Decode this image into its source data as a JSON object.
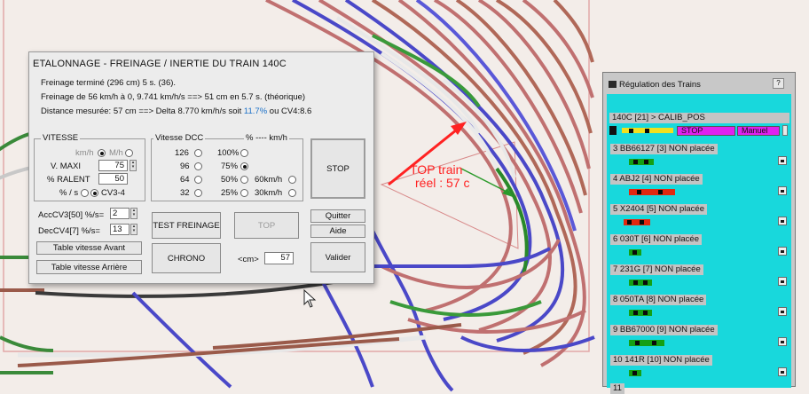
{
  "dialog": {
    "title": "ETALONNAGE - FREINAGE / INERTIE DU TRAIN 140C",
    "info_line1": "Freinage terminé (296 cm) 5 s. (36).",
    "info_line2": "Freinage de 56 km/h à 0, 9.741 km/h/s ==> 51 cm en 5.7 s. (théorique)",
    "info_line3_prefix": "Distance mesurée: 57 cm ==> Delta 8.770 km/h/s soit ",
    "info_line3_highlight": "11.7%",
    "info_line3_suffix": " ou CV4:8.6",
    "vitesse_group": {
      "label": "VITESSE",
      "kmh_label": "km/h",
      "mh_label": "M/h",
      "vmaxi_label": "V. MAXI",
      "vmaxi_value": "75",
      "ralent_label": "% RALENT",
      "ralent_value": "50",
      "pct_label": "% / s",
      "cv34_label": "CV3-4",
      "acc_label": "AccCV3[50] %/s=",
      "acc_value": "2",
      "dec_label": "DecCV4[7] %/s=",
      "dec_value": "13"
    },
    "dcc_group": {
      "label_left": "Vitesse  DCC",
      "label_right": "% ---- km/h",
      "dcc_steps": [
        "126",
        "96",
        "64",
        "32"
      ],
      "percents": [
        "100%",
        "75%",
        "50%",
        "25%"
      ],
      "kmh_options": [
        "60km/h",
        "30km/h"
      ]
    },
    "buttons": {
      "stop": "STOP",
      "test_freinage": "TEST FREINAGE",
      "top": "TOP",
      "quitter": "Quitter",
      "aide": "Aide",
      "valider": "Valider",
      "chrono": "CHRONO",
      "table_avant": "Table vitesse Avant",
      "table_arriere": "Table vitesse Arrière"
    },
    "cm_label": "<cm>",
    "cm_value": "57"
  },
  "panel": {
    "title": "Régulation des Trains",
    "help": "?",
    "active_train": {
      "label": "140C [21] > CALIB_POS",
      "status": "STOP",
      "mode": "Manuel"
    },
    "trains": [
      "3  BB66127 [3] NON placée",
      "4  ABJ2 [4] NON placée",
      "5  X2404 [5] NON placée",
      "6  030T [6] NON placée",
      "7  231G [7] NON placée",
      "8  050TA [8] NON placée",
      "9  BB67000 [9] NON placée",
      "10  141R [10] NON placée",
      "11"
    ]
  },
  "annotation": {
    "line1": "TOP train",
    "line2": "réel : 57 c"
  },
  "colors": {
    "annotation": "#ff2222",
    "panel_bg": "#18d8dc",
    "highlight": "#1a70c8",
    "active_train_buttons": "#e020f0"
  }
}
